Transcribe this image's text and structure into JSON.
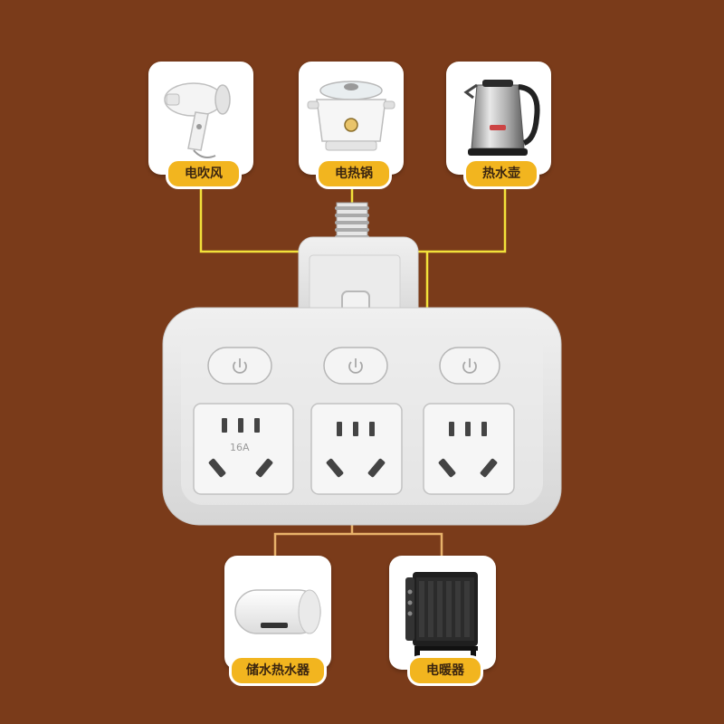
{
  "colors": {
    "background": "#7a3b1a",
    "label_pill": "#f2b51f",
    "connector_yellow": "#f2e23a",
    "connector_orange": "#e8b26a",
    "strip_body": "#e6e6e6"
  },
  "appliances_top": [
    {
      "label": "电吹风",
      "icon": "hair-dryer-icon"
    },
    {
      "label": "电热锅",
      "icon": "electric-hotpot-icon"
    },
    {
      "label": "热水壶",
      "icon": "electric-kettle-icon"
    }
  ],
  "appliances_bottom": [
    {
      "label": "储水热水器",
      "icon": "water-heater-icon"
    },
    {
      "label": "电暖器",
      "icon": "oil-heater-icon"
    }
  ],
  "power_strip": {
    "socket_rating": "16A",
    "switch_count": 3,
    "socket_count": 3
  }
}
